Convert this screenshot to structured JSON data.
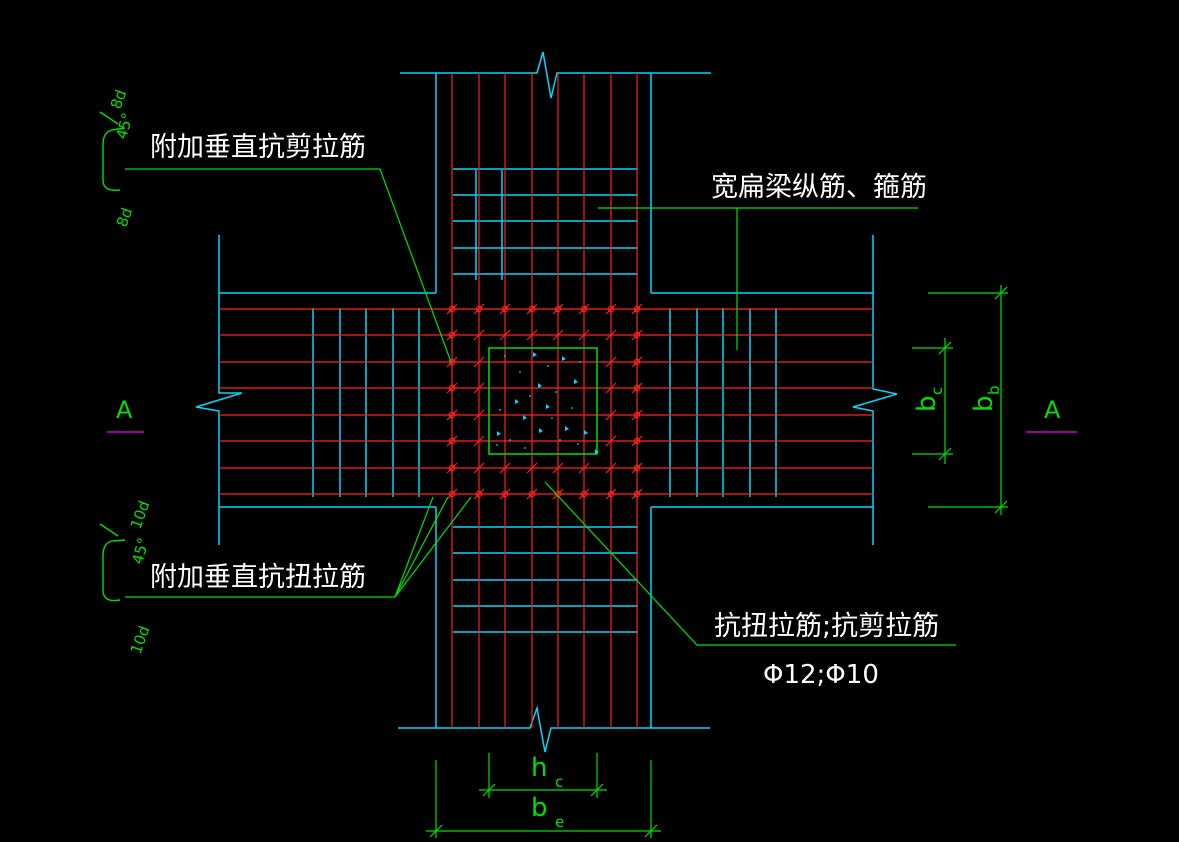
{
  "labels": {
    "additional_vertical_shear_tie": "附加垂直抗剪拉筋",
    "additional_vertical_torsion_tie": "附加垂直抗扭拉筋",
    "wide_flat_beam_bars": "宽扁梁纵筋、箍筋",
    "torsion_shear_ties": "抗扭拉筋;抗剪拉筋",
    "tie_diameters": "Φ12;Φ10"
  },
  "section_marks": {
    "left": "A",
    "right": "A"
  },
  "dimensions": {
    "bc": "b",
    "bc_sub": "c",
    "bb": "b",
    "bb_sub": "b",
    "hc": "h",
    "hc_sub": "c",
    "be": "b",
    "be_sub": "e"
  },
  "hook_details": {
    "top_a": "8d",
    "top_angle": "45°",
    "top_b": "8d",
    "bottom_a": "10d",
    "bottom_angle": "45°",
    "bottom_b": "10d"
  },
  "colors": {
    "background": "#000000",
    "beam_outline": "#00d8ff",
    "rebar": "#ff2020",
    "dimension": "#00e000",
    "leader": "#00e000",
    "text": "#ffffff",
    "section_line": "#d000d0"
  }
}
